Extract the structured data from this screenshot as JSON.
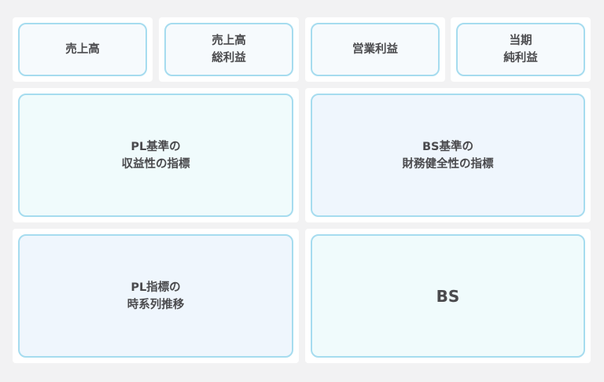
{
  "top_row": [
    {
      "label": "売上高"
    },
    {
      "label": "売上高\n総利益"
    },
    {
      "label": "営業利益"
    },
    {
      "label": "当期\n純利益"
    }
  ],
  "middle_row": [
    {
      "label": "PL基準の\n収益性の指標"
    },
    {
      "label": "BS基準の\n財務健全性の指標"
    }
  ],
  "bottom_row": [
    {
      "label": "PL指標の\n時系列推移"
    },
    {
      "label": "BS"
    }
  ],
  "colors": {
    "background": "#f2f2f3",
    "panel": "#ffffff",
    "border": "#a6dcef",
    "text": "#4a4a4d"
  }
}
